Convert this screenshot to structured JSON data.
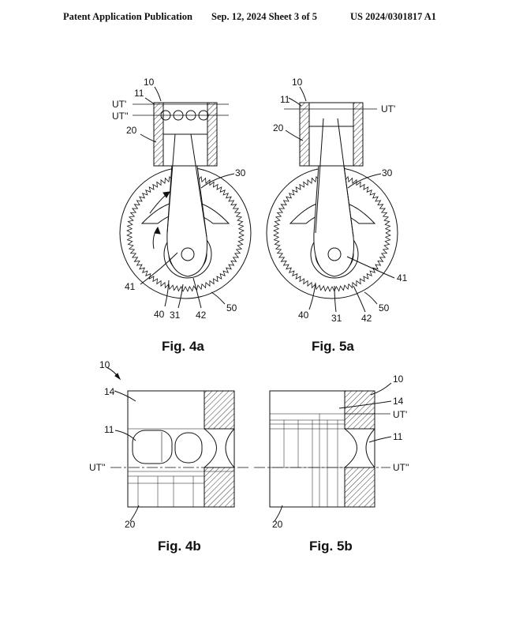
{
  "header": {
    "publication": "Patent Application Publication",
    "date_sheet": "Sep. 12, 2024   Sheet 3 of 5",
    "number": "US 2024/0301817 A1"
  },
  "figures": {
    "fig4a": {
      "caption": "Fig. 4a",
      "labels": {
        "r10": "10",
        "r11": "11",
        "ut1": "UT'",
        "ut2": "UT''",
        "r20": "20",
        "r30": "30",
        "r41": "41",
        "r40": "40",
        "r31": "31",
        "r42": "42",
        "r50": "50"
      }
    },
    "fig5a": {
      "caption": "Fig. 5a",
      "labels": {
        "r10": "10",
        "r11": "11",
        "ut1": "UT'",
        "r20": "20",
        "r30": "30",
        "r41": "41",
        "r40": "40",
        "r31": "31",
        "r42": "42",
        "r50": "50"
      }
    },
    "fig4b": {
      "caption": "Fig. 4b",
      "labels": {
        "r10": "10",
        "r14": "14",
        "r11": "11",
        "ut2": "UT''",
        "r20": "20"
      }
    },
    "fig5b": {
      "caption": "Fig. 5b",
      "labels": {
        "r10": "10",
        "r14": "14",
        "ut1": "UT'",
        "r11": "11",
        "ut2": "UT''",
        "r20": "20"
      }
    }
  }
}
